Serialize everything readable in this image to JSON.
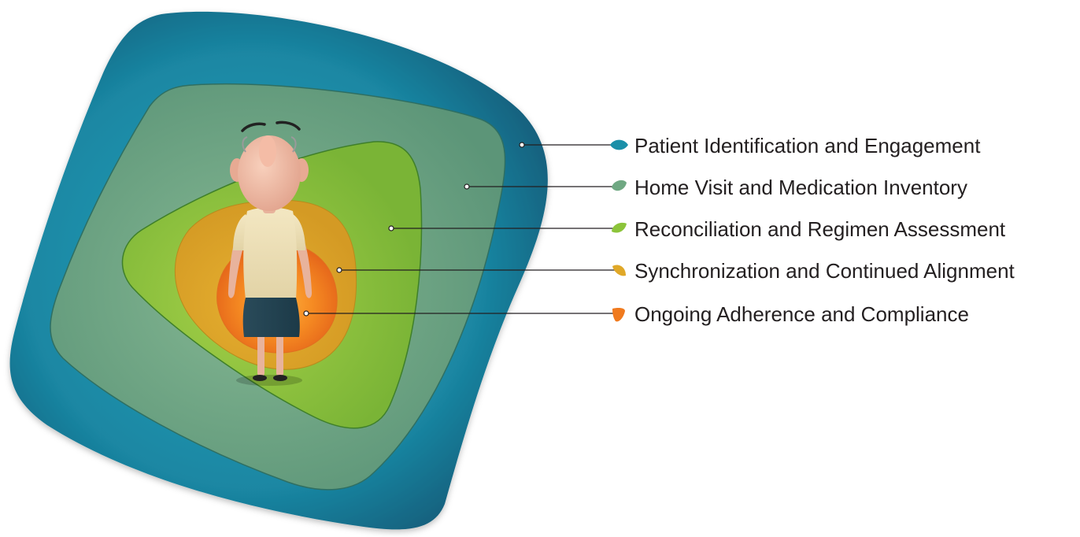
{
  "layers": [
    {
      "label": "Patient Identification and Engagement",
      "color": "#1b8fa8",
      "icon": "blue-leaf-marker"
    },
    {
      "label": "Home Visit and Medication Inventory",
      "color": "#6fa882",
      "icon": "green-grey-leaf-marker"
    },
    {
      "label": "Reconciliation and Regimen Assessment",
      "color": "#8cc43a",
      "icon": "lime-leaf-marker"
    },
    {
      "label": "Synchronization and Continued Alignment",
      "color": "#e0a828",
      "icon": "amber-leaf-marker"
    },
    {
      "label": "Ongoing Adherence and Compliance",
      "color": "#f07a1e",
      "icon": "orange-leaf-marker"
    }
  ],
  "figure": {
    "description_icon": "patient-character-icon"
  }
}
